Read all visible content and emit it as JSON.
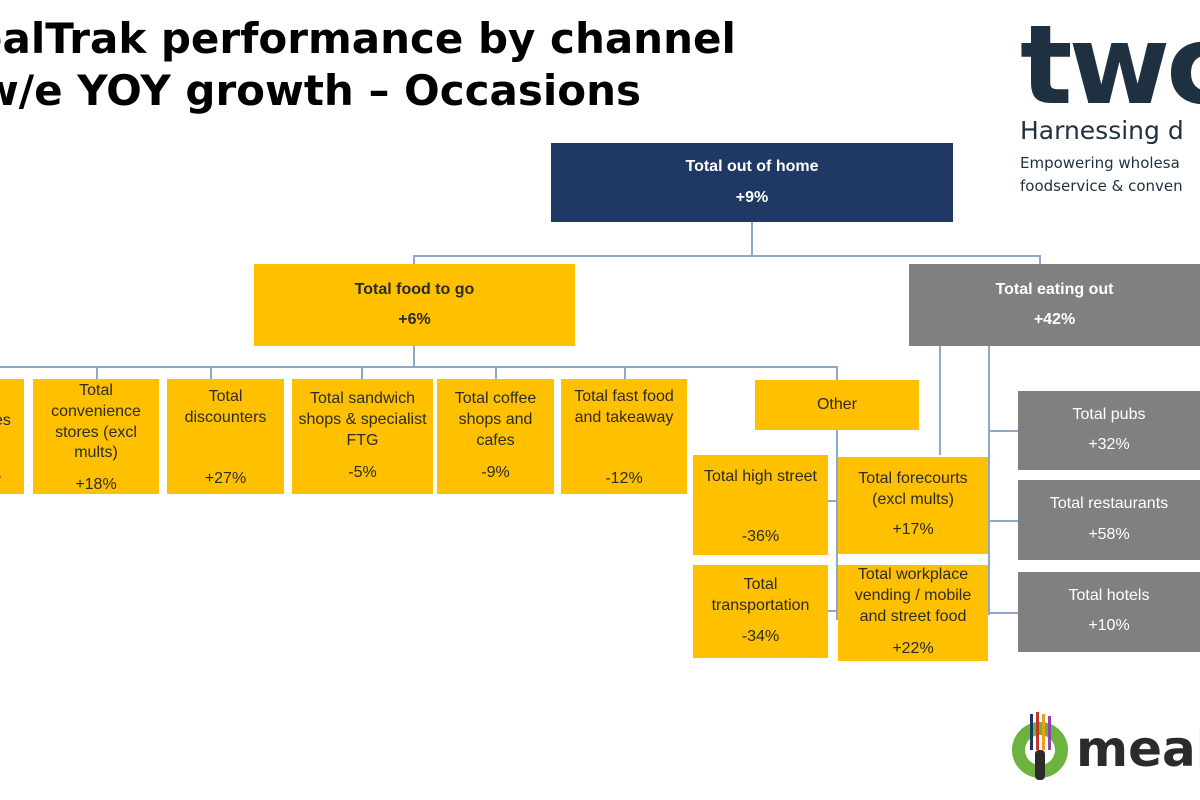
{
  "title": {
    "line1": "ealTrak performance by channel",
    "line2": "w/e YOY growth – Occasions"
  },
  "logo": {
    "twc_text": "twc",
    "tagline": "Harnessing d",
    "subtagline_1": "Empowering wholesa",
    "subtagline_2": "foodservice & conven",
    "mealtrak_text": "mealt"
  },
  "nodes": {
    "total_out_of_home": {
      "label": "Total out of home",
      "value": "+9%"
    },
    "total_food_to_go": {
      "label": "Total food to go",
      "value": "+6%"
    },
    "total_eating_out": {
      "label": "Total eating out",
      "value": "+42%"
    },
    "partial_left": {
      "label": "es",
      "value": "-"
    },
    "convenience": {
      "label": "Total convenience stores (excl mults)",
      "value": "+18%"
    },
    "discounters": {
      "label": "Total discounters",
      "value": "+27%"
    },
    "sandwich": {
      "label": "Total sandwich shops & specialist FTG",
      "value": "-5%"
    },
    "coffee": {
      "label": "Total coffee shops and cafes",
      "value": "-9%"
    },
    "fastfood": {
      "label": "Total fast food and takeaway",
      "value": "-12%"
    },
    "other": {
      "label": "Other"
    },
    "high_street": {
      "label": "Total high street",
      "value": "-36%"
    },
    "transportation": {
      "label": "Total transportation",
      "value": "-34%"
    },
    "forecourts": {
      "label": "Total forecourts (excl mults)",
      "value": "+17%"
    },
    "workplace": {
      "label": "Total workplace vending / mobile and street food",
      "value": "+22%"
    },
    "pubs": {
      "label": "Total pubs",
      "value": "+32%"
    },
    "restaurants": {
      "label": "Total restaurants",
      "value": "+58%"
    },
    "hotels": {
      "label": "Total hotels",
      "value": "+10%"
    }
  },
  "colors": {
    "navy": "#1F3864",
    "amber": "#FFC000",
    "grey": "#808080",
    "connector": "#8EA9C8"
  }
}
